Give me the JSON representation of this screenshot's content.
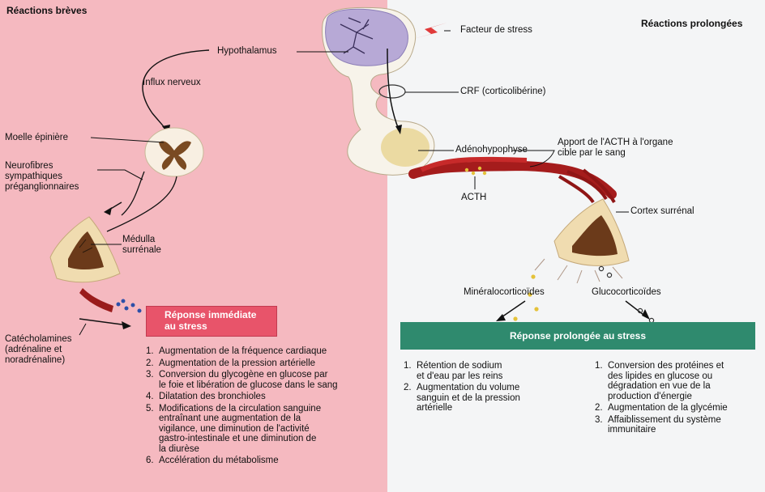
{
  "headers": {
    "left": "Réactions brèves",
    "right": "Réactions prolongées"
  },
  "labels": {
    "stress_factor": "Facteur de stress",
    "hypothalamus": "Hypothalamus",
    "nerve_impulse": "Influx nerveux",
    "crf": "CRF (corticolibérine)",
    "spinal_cord": "Moelle épinière",
    "adenohypophysis": "Adénohypophyse",
    "acth_transport": "Apport de l'ACTH à l'organe\ncible par le sang",
    "sympathetic_fibers": "Neurofibres\nsympathiques\npréganglionnaires",
    "acth": "ACTH",
    "adrenal_cortex": "Cortex surrénal",
    "adrenal_medulla": "Médulla\nsurrénale",
    "mineralocorticoids": "Minéralocorticoïdes",
    "glucocorticoids": "Glucocorticoïdes",
    "catecholamines": "Catécholamines\n(adrénaline et\nnoradrénaline)"
  },
  "immediate_response": {
    "title": "Réponse immédiate\nau stress",
    "items": [
      {
        "n": "1.",
        "text": "Augmentation de la fréquence cardiaque"
      },
      {
        "n": "2.",
        "text": "Augmentation de la pression artérielle"
      },
      {
        "n": "3.",
        "text": "Conversion du glycogène en glucose par\nle foie et libération de glucose dans le sang"
      },
      {
        "n": "4.",
        "text": "Dilatation des bronchioles"
      },
      {
        "n": "5.",
        "text": "Modifications de la circulation sanguine\nentraînant une augmentation de la\nvigilance, une diminution de l'activité\ngastro-intestinale et une diminution de\nla diurèse"
      },
      {
        "n": "6.",
        "text": "Accélération du métabolisme"
      }
    ]
  },
  "prolonged_response": {
    "title": "Réponse prolongée au stress",
    "left_items": [
      {
        "n": "1.",
        "text": "Rétention de sodium\net d'eau par les reins"
      },
      {
        "n": "2.",
        "text": "Augmentation du volume\nsanguin et de la pression\nartérielle"
      }
    ],
    "right_items": [
      {
        "n": "1.",
        "text": "Conversion des protéines et\ndes lipides en glucose ou\ndégradation en vue de la\nproduction d'énergie"
      },
      {
        "n": "2.",
        "text": "Augmentation de la glycémie"
      },
      {
        "n": "3.",
        "text": "Affaiblissement du système\nimmunitaire"
      }
    ]
  },
  "colors": {
    "left_panel": "#f5b9c0",
    "right_panel": "#f4f5f6",
    "immediate_box": "#e8546a",
    "prolonged_box": "#2f8a6e",
    "blood": "#a51c1c",
    "medulla": "#6b3a1a"
  }
}
